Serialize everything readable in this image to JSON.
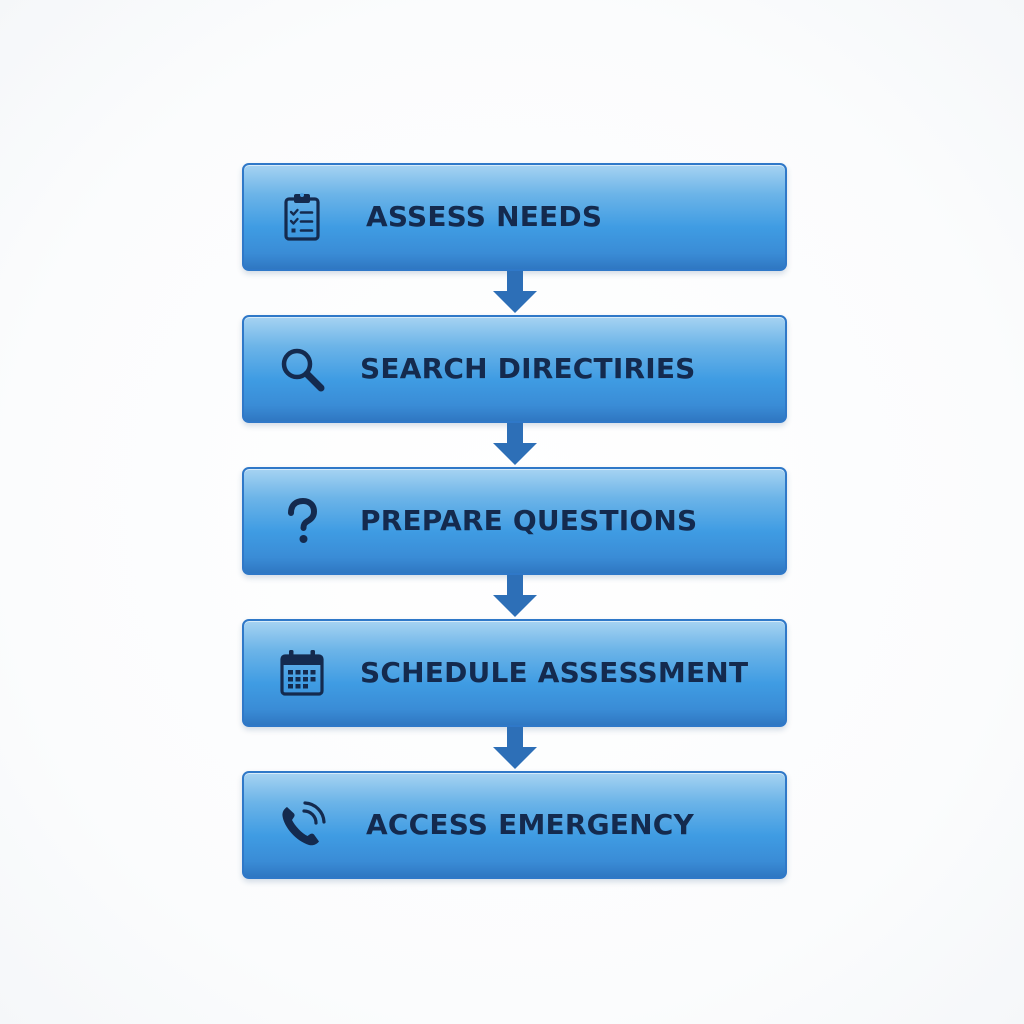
{
  "steps": [
    {
      "label": "ASSESS NEEDS",
      "icon": "clipboard-checklist-icon"
    },
    {
      "label": "SEARCH DIRECTIRIES",
      "icon": "magnifier-icon"
    },
    {
      "label": "PREPARE QUESTIONS",
      "icon": "question-mark-icon"
    },
    {
      "label": "SCHEDULE ASSESSMENT",
      "icon": "calendar-icon"
    },
    {
      "label": "ACCESS EMERGENCY",
      "icon": "phone-icon"
    }
  ],
  "colors": {
    "box_top": "#a6d3f2",
    "box_mid": "#3f9ce3",
    "box_bottom": "#2f77c2",
    "box_border": "#2f78c8",
    "text": "#142a4e",
    "arrow": "#2d6fb7"
  }
}
